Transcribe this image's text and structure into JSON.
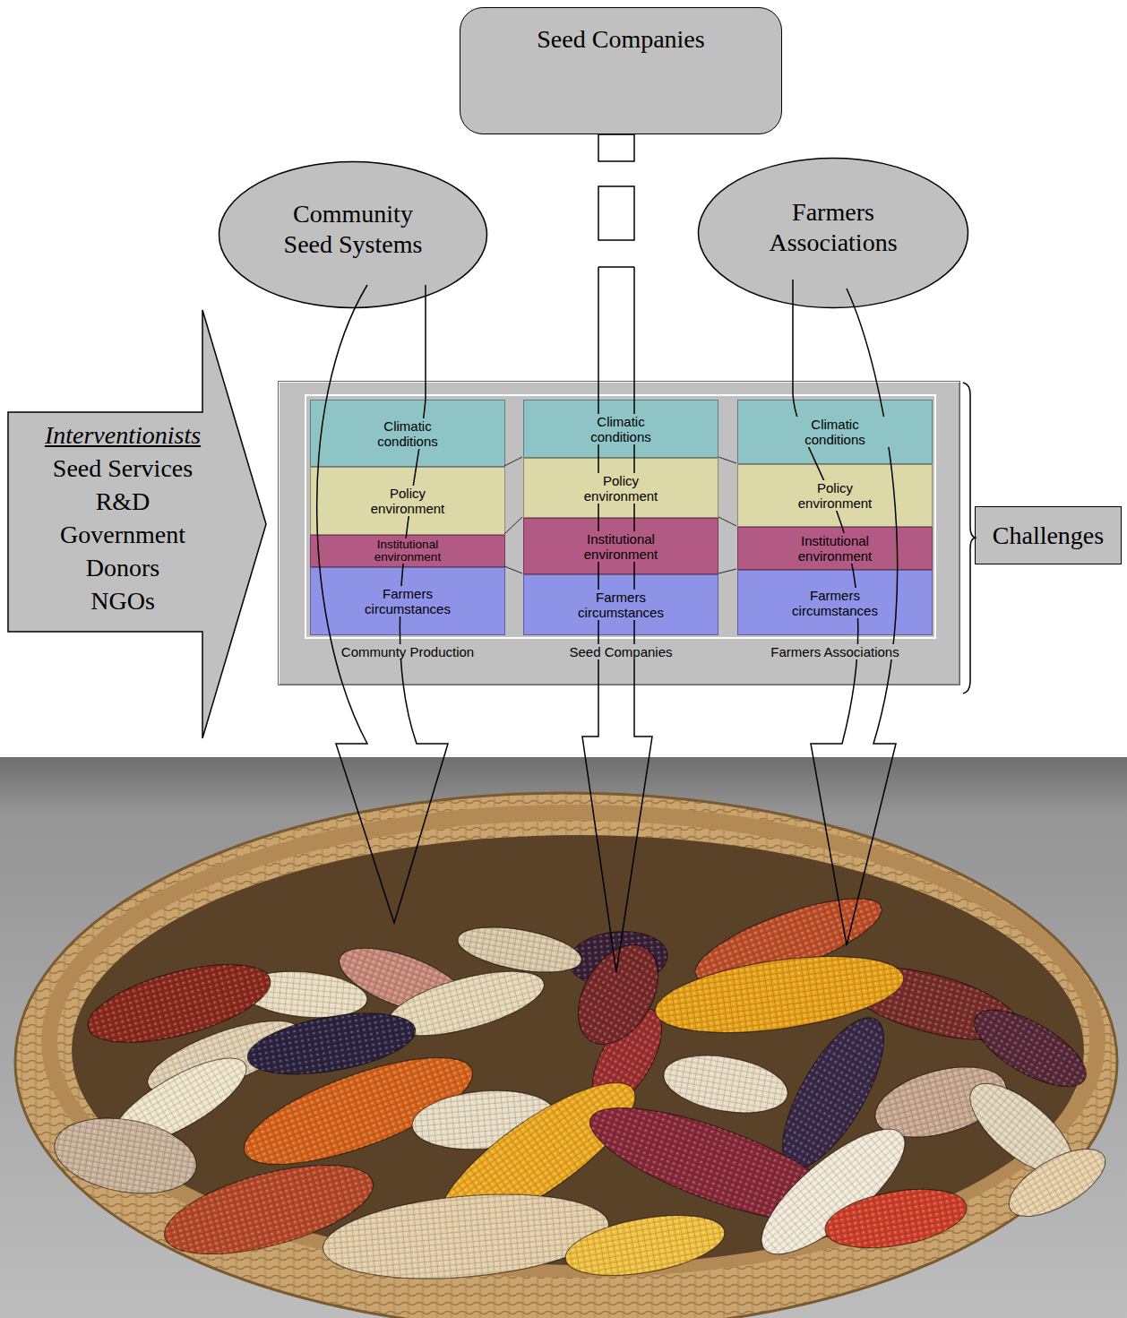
{
  "diagram": {
    "nodes": [
      {
        "text": [
          "Seed Companies"
        ]
      },
      {
        "text": [
          "Community Seed Systems"
        ]
      },
      {
        "text": [
          "Farmers Associations"
        ]
      },
      {
        "text": [
          "Interventionists",
          "Seed Services",
          "R&D",
          "Government",
          "Donors",
          "NGOs"
        ]
      },
      {
        "text": [
          "Communty Production",
          "Seed Companies",
          "Farmers Associations"
        ]
      },
      {
        "text": [
          "Climatic conditions"
        ],
        "in": 4
      },
      {
        "text": [
          "Policy environment"
        ],
        "in": 4
      },
      {
        "text": [
          "Institutional environment"
        ],
        "in": 4
      },
      {
        "text": [
          "Farmers circumstances"
        ],
        "in": 4
      },
      {
        "text": [
          "Climatic conditions"
        ],
        "in": 4
      },
      {
        "text": [
          "Policy environment"
        ],
        "in": 4
      },
      {
        "text": [
          "Institutional environment"
        ],
        "in": 4
      },
      {
        "text": [
          "Farmers circumstances"
        ],
        "in": 4
      },
      {
        "text": [
          "Climatic conditions"
        ],
        "in": 4
      },
      {
        "text": [
          "Policy environment"
        ],
        "in": 4
      },
      {
        "text": [
          "Institutional environment"
        ],
        "in": 4
      },
      {
        "text": [
          "Farmers circumstances"
        ],
        "in": 4
      },
      {
        "text": [
          "Challenges"
        ]
      }
    ]
  }
}
